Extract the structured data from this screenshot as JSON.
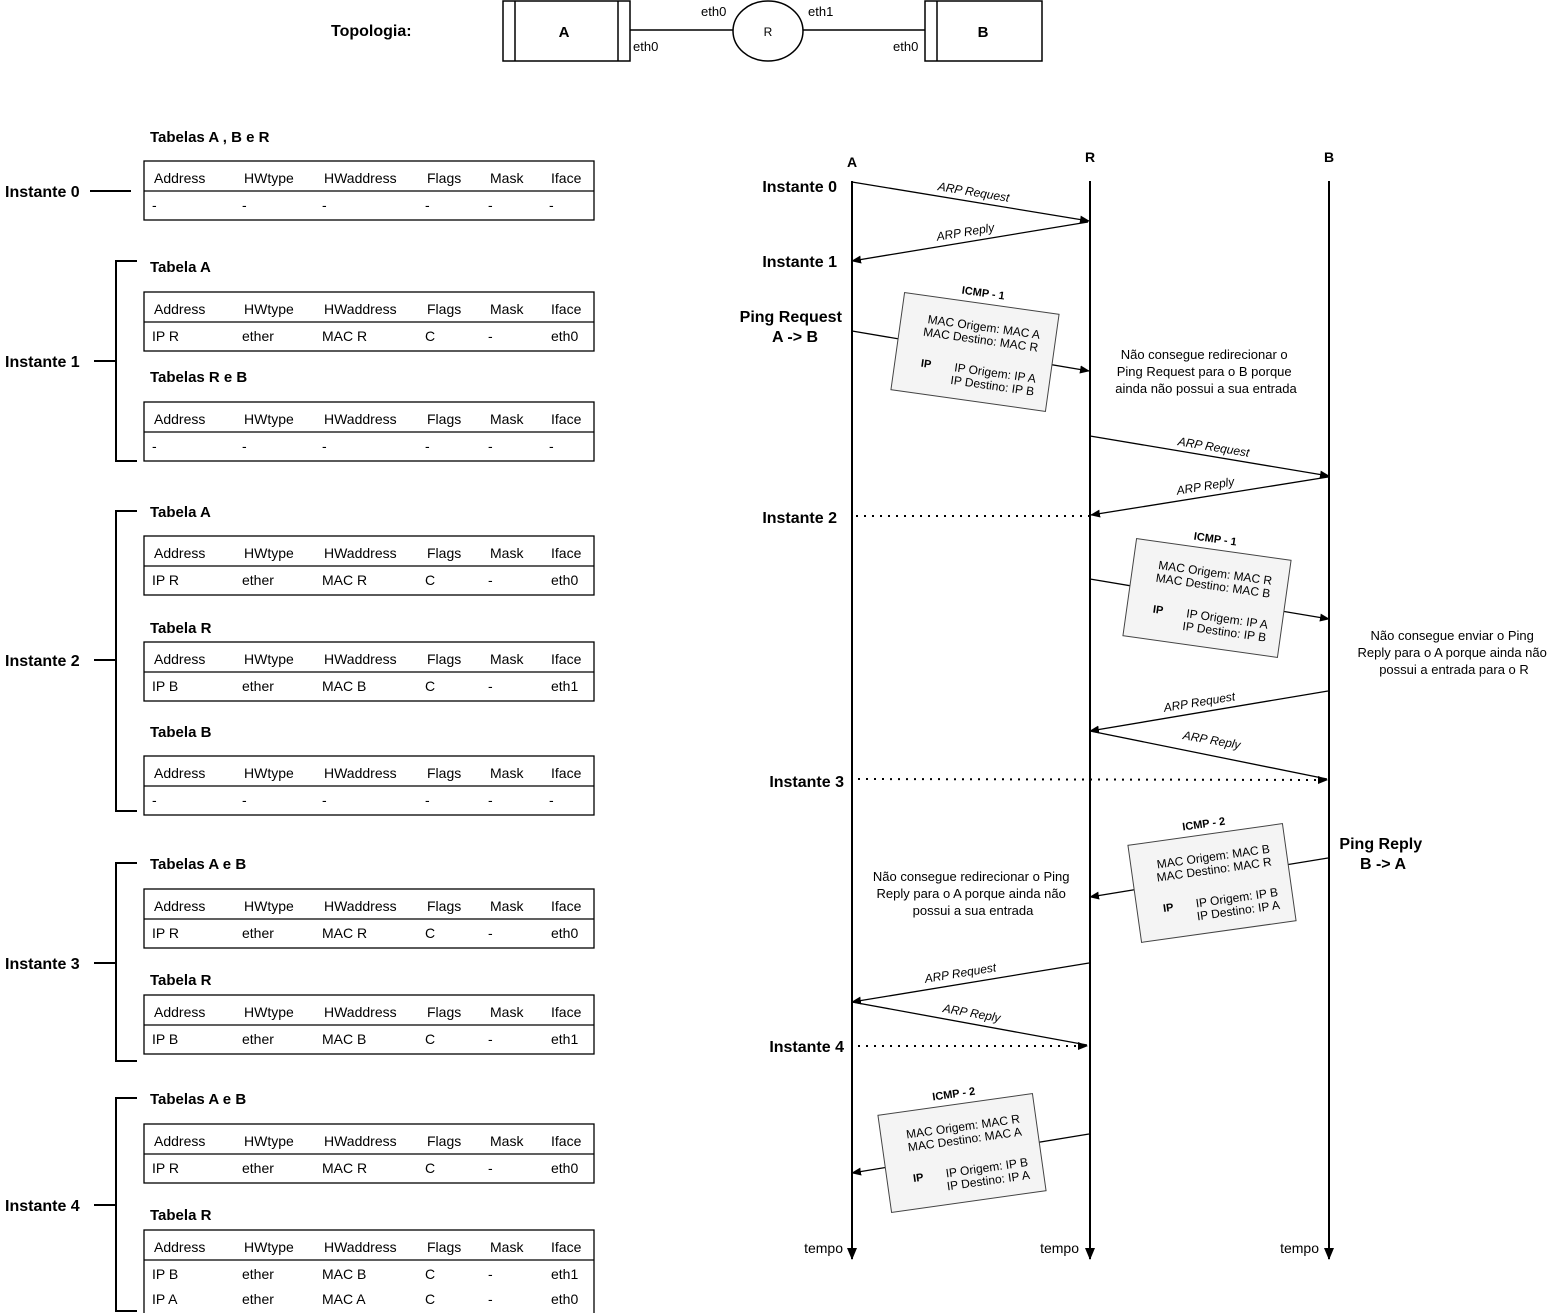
{
  "topology": {
    "label": "Topologia:",
    "node_a": "A",
    "node_r": "R",
    "node_b": "B",
    "if_a": "eth0",
    "if_r0": "eth0",
    "if_r1": "eth1",
    "if_b": "eth0"
  },
  "table_columns": [
    "Address",
    "HWtype",
    "HWaddress",
    "Flags",
    "Mask",
    "Iface"
  ],
  "instants": [
    {
      "label": "Instante 0",
      "groups": [
        {
          "title": "Tabelas A , B e R",
          "rows": [
            [
              "-",
              "-",
              "-",
              "-",
              "-",
              "-"
            ]
          ]
        }
      ]
    },
    {
      "label": "Instante 1",
      "groups": [
        {
          "title": "Tabela A",
          "rows": [
            [
              "IP R",
              "ether",
              "MAC R",
              "C",
              "-",
              "eth0"
            ]
          ]
        },
        {
          "title": "Tabelas R e B",
          "rows": [
            [
              "-",
              "-",
              "-",
              "-",
              "-",
              "-"
            ]
          ]
        }
      ]
    },
    {
      "label": "Instante 2",
      "groups": [
        {
          "title": "Tabela A",
          "rows": [
            [
              "IP R",
              "ether",
              "MAC R",
              "C",
              "-",
              "eth0"
            ]
          ]
        },
        {
          "title": "Tabela R",
          "rows": [
            [
              "IP B",
              "ether",
              "MAC B",
              "C",
              "-",
              "eth1"
            ]
          ]
        },
        {
          "title": "Tabela B",
          "rows": [
            [
              "-",
              "-",
              "-",
              "-",
              "-",
              "-"
            ]
          ]
        }
      ]
    },
    {
      "label": "Instante 3",
      "groups": [
        {
          "title": "Tabelas A e B",
          "rows": [
            [
              "IP R",
              "ether",
              "MAC R",
              "C",
              "-",
              "eth0"
            ]
          ]
        },
        {
          "title": "Tabela R",
          "rows": [
            [
              "IP B",
              "ether",
              "MAC B",
              "C",
              "-",
              "eth1"
            ]
          ]
        }
      ]
    },
    {
      "label": "Instante 4",
      "groups": [
        {
          "title": "Tabelas A e B",
          "rows": [
            [
              "IP R",
              "ether",
              "MAC R",
              "C",
              "-",
              "eth0"
            ]
          ]
        },
        {
          "title": "Tabela R",
          "rows": [
            [
              "IP B",
              "ether",
              "MAC B",
              "C",
              "-",
              "eth1"
            ],
            [
              "IP A",
              "ether",
              "MAC A",
              "C",
              "-",
              "eth0"
            ]
          ]
        }
      ]
    }
  ],
  "sequence": {
    "lifelines": [
      "A",
      "R",
      "B"
    ],
    "time_label": "tempo",
    "instant_labels": [
      "Instante 0",
      "Instante 1",
      "Instante 2",
      "Instante 3",
      "Instante 4"
    ],
    "ping_request_label": "Ping Request\nA -> B",
    "ping_reply_label": "Ping Reply\nB -> A",
    "messages": {
      "arp_request": "ARP Request",
      "arp_reply": "ARP Reply"
    },
    "notes": [
      "Não consegue redirecionar o\nPing Request para o B porque\nainda não possui a  sua entrada",
      "Não consegue enviar o Ping\nReply para o A porque ainda não\npossui a entrada para o R",
      "Não consegue redirecionar o Ping\nReply para o A porque ainda não\npossui a sua entrada"
    ],
    "packets": [
      {
        "title": "ICMP - 1",
        "mac_src": "MAC Origem:   MAC A",
        "mac_dst": "MAC Destino:  MAC R",
        "ip_tag": "IP",
        "ip_src": "IP Origem: IP A",
        "ip_dst": "IP Destino: IP B"
      },
      {
        "title": "ICMP - 1",
        "mac_src": "MAC Origem:   MAC R",
        "mac_dst": "MAC Destino:  MAC B",
        "ip_tag": "IP",
        "ip_src": "IP Origem: IP A",
        "ip_dst": "IP Destino: IP B"
      },
      {
        "title": "ICMP - 2",
        "mac_src": "MAC Origem:   MAC B",
        "mac_dst": "MAC Destino:  MAC R",
        "ip_tag": "IP",
        "ip_src": "IP Origem: IP B",
        "ip_dst": "IP Destino: IP A"
      },
      {
        "title": "ICMP - 2",
        "mac_src": "MAC Origem:   MAC R",
        "mac_dst": "MAC Destino:  MAC A",
        "ip_tag": "IP",
        "ip_src": "IP Origem: IP B",
        "ip_dst": "IP Destino: IP A"
      }
    ]
  }
}
